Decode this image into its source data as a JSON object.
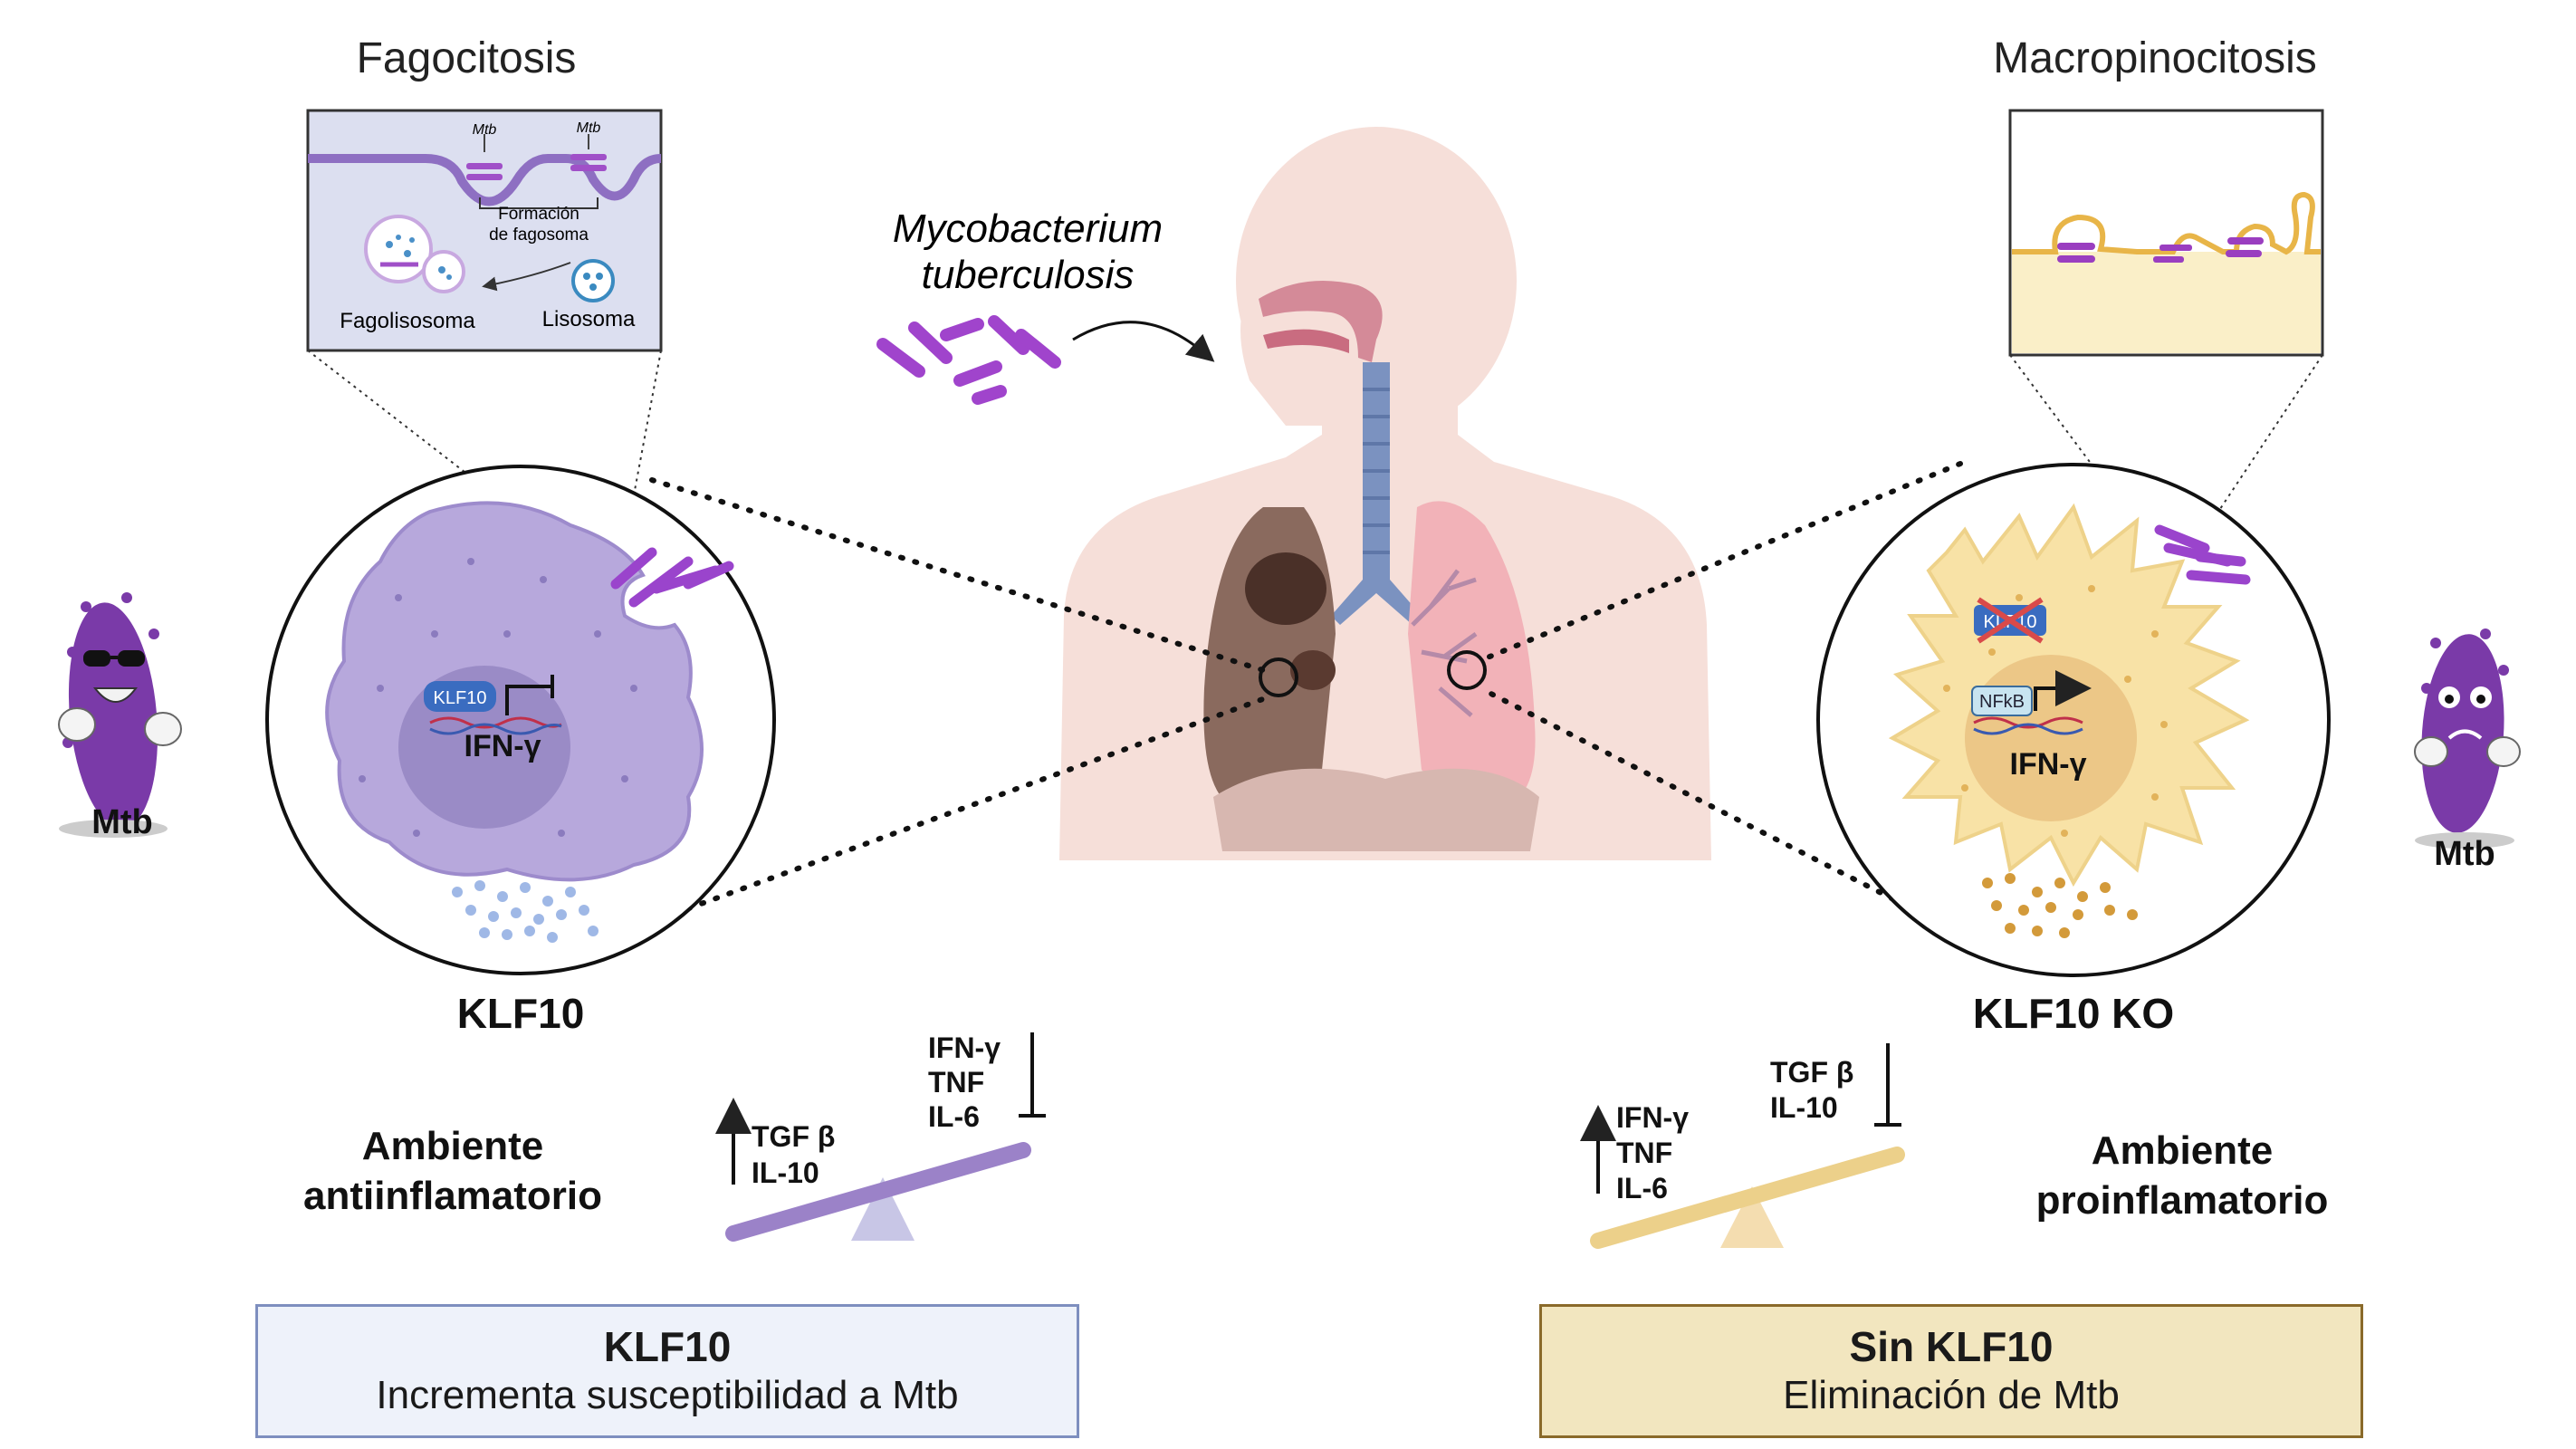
{
  "left_panel": {
    "process_title": "Fagocitosis",
    "inset_labels": {
      "mtb_a": "Mtb",
      "mtb_b": "Mtb",
      "phagosome": [
        "Formación",
        "de fagosoma"
      ],
      "phagolysosome": "Fagolisosoma",
      "lysosome": "Lisosoma"
    },
    "gene_badge": "KLF10",
    "cytokine": "IFN-γ",
    "mascot_label": "Mtb",
    "cell_label": "KLF10",
    "environment": [
      "Ambiente",
      "antiinflamatorio"
    ],
    "scale_up": [
      "TGF β",
      "IL-10"
    ],
    "scale_down": [
      "IFN-γ",
      "TNF",
      "IL-6"
    ],
    "summary": {
      "title": "KLF10",
      "text": "Incrementa susceptibilidad a Mtb"
    }
  },
  "center": {
    "pathogen_name": [
      "Mycobacterium",
      "tuberculosis"
    ]
  },
  "right_panel": {
    "process_title": "Macropinocitosis",
    "gene_badge": "KLF10",
    "factor_badge": "NFkB",
    "cytokine": "IFN-γ",
    "mascot_label": "Mtb",
    "cell_label": "KLF10 KO",
    "environment": [
      "Ambiente",
      "proinflamatorio"
    ],
    "scale_up": [
      "IFN-γ",
      "TNF",
      "IL-6"
    ],
    "scale_down": [
      "TGF β",
      "IL-10"
    ],
    "summary": {
      "title": "Sin KLF10",
      "text": "Eliminación de Mtb"
    }
  },
  "colors": {
    "mtb_purple": "#9a4fc4",
    "left_cell": "#b7a8dc",
    "right_cell": "#f8e2a6",
    "left_summary_bg": "#eef2fa",
    "right_summary_bg": "#f2e6bf"
  }
}
